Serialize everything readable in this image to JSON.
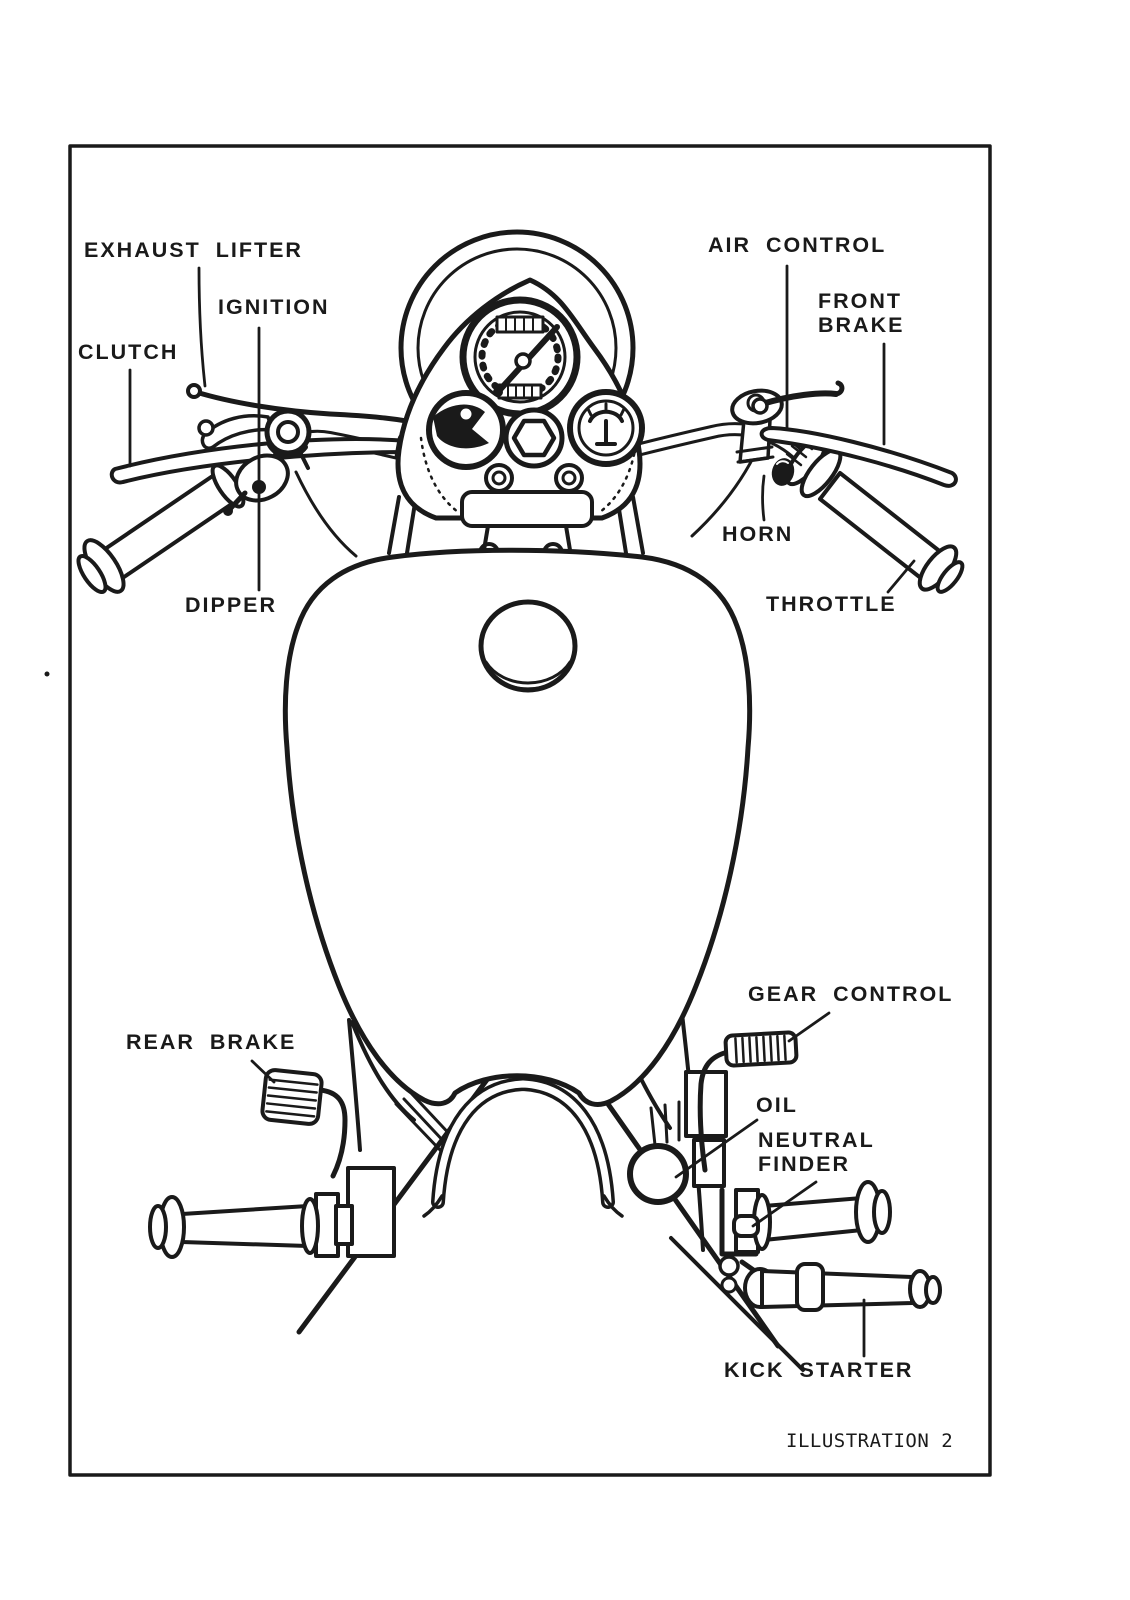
{
  "page": {
    "background_color": "#ffffff",
    "ink_color": "#1a1a1a",
    "caption": "ILLUSTRATION 2",
    "subject": "motorcycle handlebar and foot controls, rider's top view"
  },
  "labels": {
    "exhaust_lifter": "EXHAUST LIFTER",
    "ignition": "IGNITION",
    "clutch": "CLUTCH",
    "dipper": "DIPPER",
    "air_control": "AIR CONTROL",
    "front_brake": "FRONT\nBRAKE",
    "horn": "HORN",
    "throttle": "THROTTLE",
    "rear_brake": "REAR BRAKE",
    "gear_control": "GEAR CONTROL",
    "oil": "OIL",
    "neutral_finder": "NEUTRAL\nFINDER",
    "kick_starter": "KICK STARTER"
  }
}
